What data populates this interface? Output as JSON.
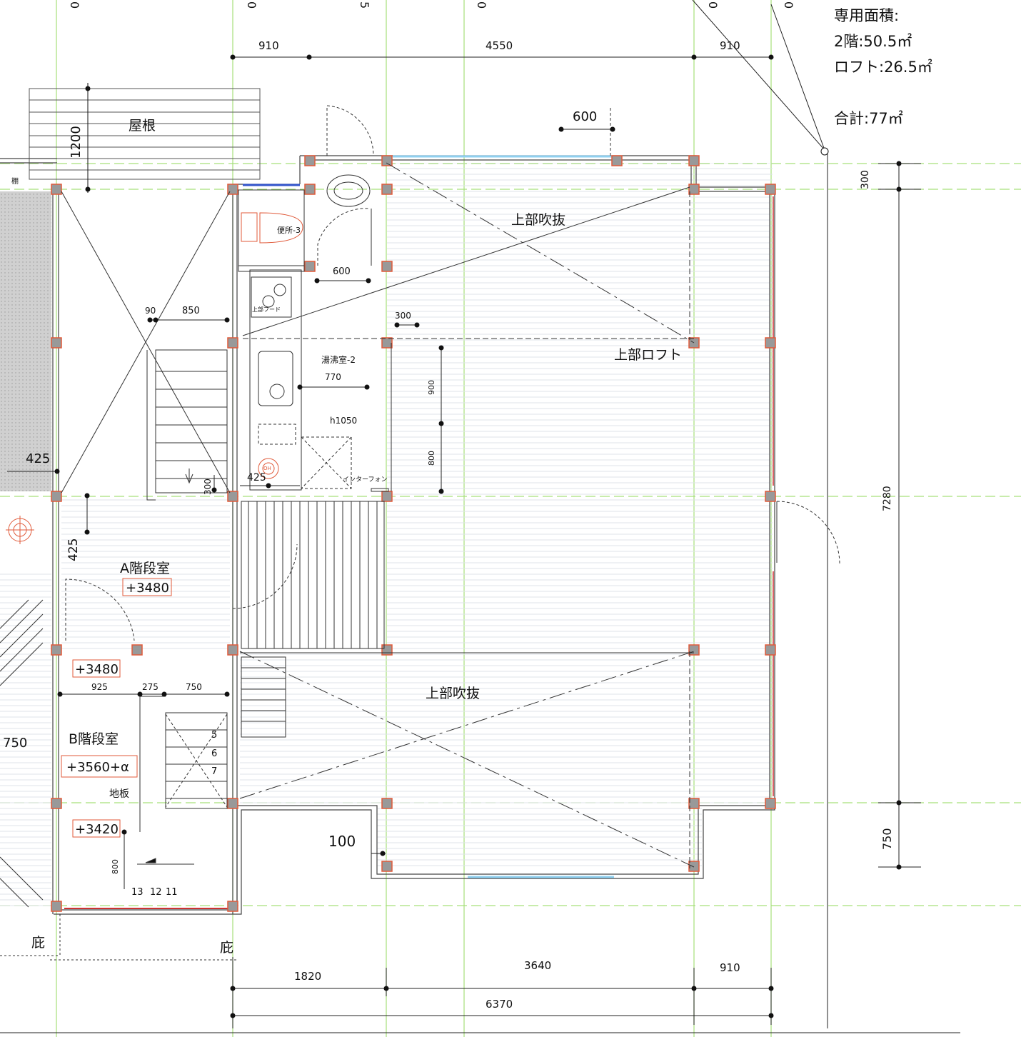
{
  "area_summary": {
    "heading": "専用面積:",
    "floor2": "2階:50.5㎡",
    "loft": "ロフト:26.5㎡",
    "total": "合計:77㎡"
  },
  "rooms": {
    "roof": "屋根",
    "shelf": "棚",
    "toilet": "便所-3",
    "void_top": "上部吹抜",
    "loft_above": "上部ロフト",
    "kitchenette": "湯沸室-2",
    "hood": "上部フード",
    "intercom": "インターフォン",
    "stair_a": "A階段室",
    "stair_b": "B階段室",
    "void_bottom": "上部吹抜",
    "floorboard": "地板",
    "eaves_left": "庇",
    "eaves_right": "庇"
  },
  "levels": {
    "a_room": "+3480",
    "b_upper": "+3480",
    "b_room": "+3560+α",
    "b_lower": "+3420"
  },
  "dimensions": {
    "top_910_left": "910",
    "top_4550": "4550",
    "top_910_right": "910",
    "roof_1200": "1200",
    "window_600": "600",
    "toilet_600": "600",
    "right_300": "300",
    "right_7280": "7280",
    "right_750": "750",
    "d_90": "90",
    "d_850": "850",
    "d_300_a": "300",
    "d_770": "770",
    "h1050": "h1050",
    "d_900": "900",
    "d_800_a": "800",
    "d_425_a": "425",
    "d_425_b": "425",
    "d_300_b": "300",
    "d_425_c": "425",
    "d_925": "925",
    "d_275": "275",
    "d_750_b": "750",
    "d_750_left": "750",
    "d_800_b": "800",
    "d_100": "100",
    "bot_1820": "1820",
    "bot_3640": "3640",
    "bot_910": "910",
    "bot_6370": "6370",
    "step5": "5",
    "step6": "6",
    "step7": "7",
    "step13": "13",
    "step12": "12",
    "step11": "11",
    "grid_a": "0",
    "grid_b": "0",
    "grid_c": "5",
    "grid_d": "0",
    "grid_e": "0",
    "grid_f": "0"
  },
  "appliance": {
    "oh_label": "OH"
  },
  "colors": {
    "grid_line": "#a6e07a",
    "wall": "#e05a3a",
    "hatch": "#dfe3ea",
    "glass": "#8fd0f0"
  }
}
